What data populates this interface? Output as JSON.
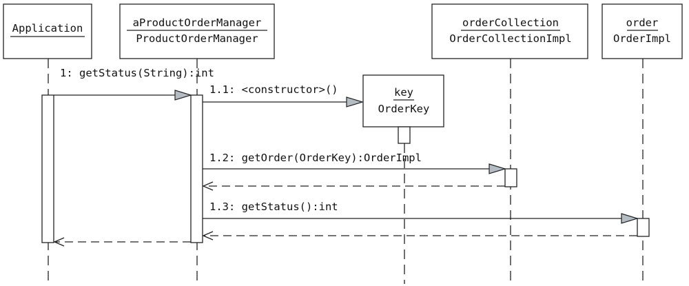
{
  "participants": [
    {
      "id": "application",
      "name": "Application",
      "type": ""
    },
    {
      "id": "manager",
      "name": "aProductOrderManager",
      "type": "ProductOrderManager"
    },
    {
      "id": "key",
      "name": "key",
      "type": "OrderKey"
    },
    {
      "id": "collection",
      "name": "orderCollection",
      "type": "OrderCollectionImpl"
    },
    {
      "id": "order",
      "name": "order",
      "type": "OrderImpl"
    }
  ],
  "messages": [
    {
      "id": "m1",
      "label": "1: getStatus(String):int",
      "from": "application",
      "to": "manager"
    },
    {
      "id": "m1_1",
      "label": "1.1: <constructor>()",
      "from": "manager",
      "to": "key"
    },
    {
      "id": "m1_2",
      "label": "1.2: getOrder(OrderKey):OrderImpl",
      "from": "manager",
      "to": "collection"
    },
    {
      "id": "m1_3",
      "label": "1.3: getStatus():int",
      "from": "manager",
      "to": "order"
    }
  ],
  "returns": [
    {
      "id": "r1_2",
      "from": "collection",
      "to": "manager"
    },
    {
      "id": "r1_3",
      "from": "order",
      "to": "manager"
    },
    {
      "id": "r1",
      "from": "manager",
      "to": "application"
    }
  ]
}
